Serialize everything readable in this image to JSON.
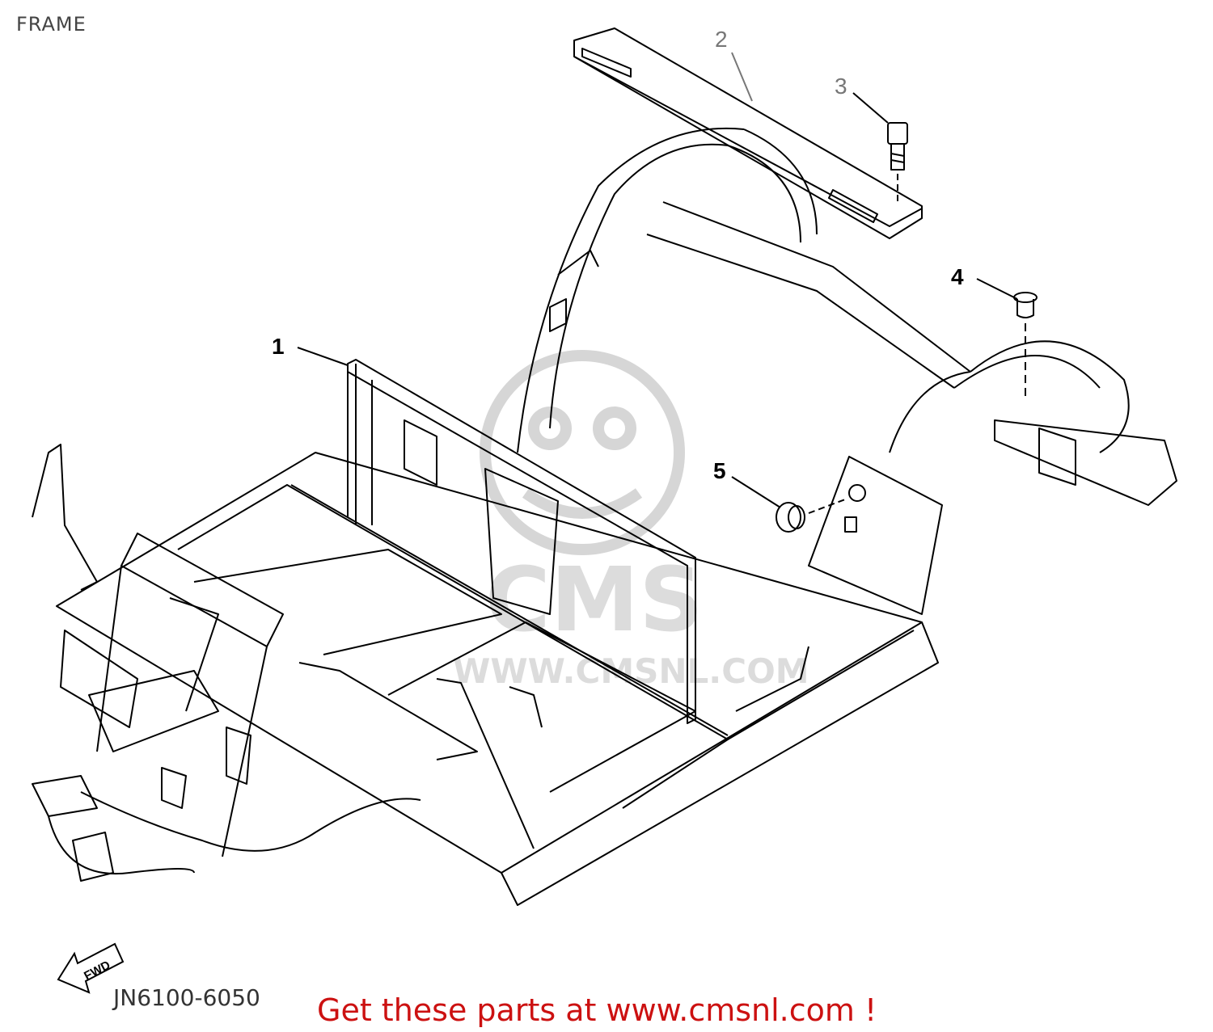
{
  "title": "FRAME",
  "callouts": [
    "1",
    "2",
    "3",
    "4",
    "5"
  ],
  "fwd_label": "FWD",
  "diagram_code": "JN6100-6050",
  "watermark": {
    "logo": "CMS",
    "url": "WWW.CMSNL.COM"
  },
  "cta": "Get these parts at www.cmsnl.com !",
  "colors": {
    "line": "#000000",
    "cta": "#cc1111",
    "watermark": "#d6d6d6"
  }
}
